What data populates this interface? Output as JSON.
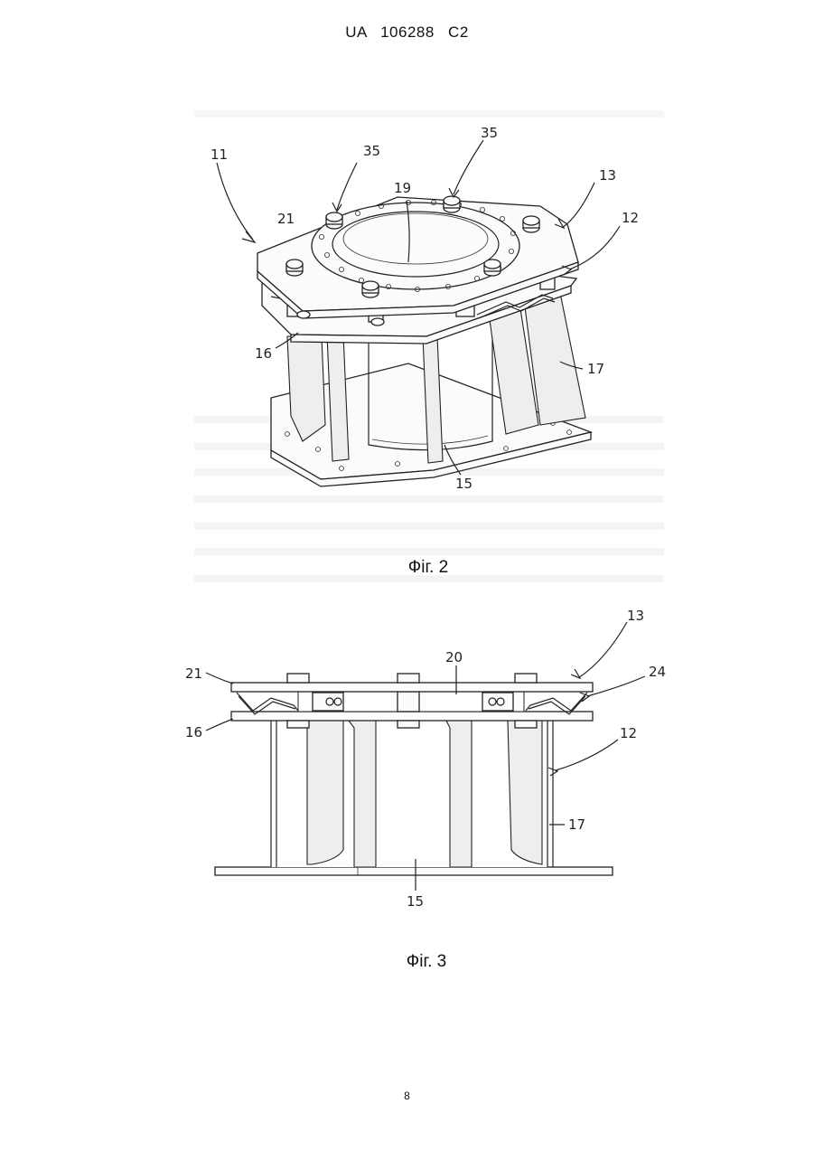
{
  "header": {
    "text": "UA   106288   C2"
  },
  "figure2": {
    "caption": "Фіг. 2",
    "labels": {
      "l11": "11",
      "l35a": "35",
      "l35b": "35",
      "l19": "19",
      "l13": "13",
      "l21": "21",
      "l12": "12",
      "l16": "16",
      "l17": "17",
      "l15": "15"
    }
  },
  "figure3": {
    "caption": "Фіг. 3",
    "labels": {
      "l13": "13",
      "l20": "20",
      "l21": "21",
      "l24": "24",
      "l16": "16",
      "l12": "12",
      "l17": "17",
      "l15": "15"
    }
  },
  "footer": {
    "page_number": "8"
  }
}
